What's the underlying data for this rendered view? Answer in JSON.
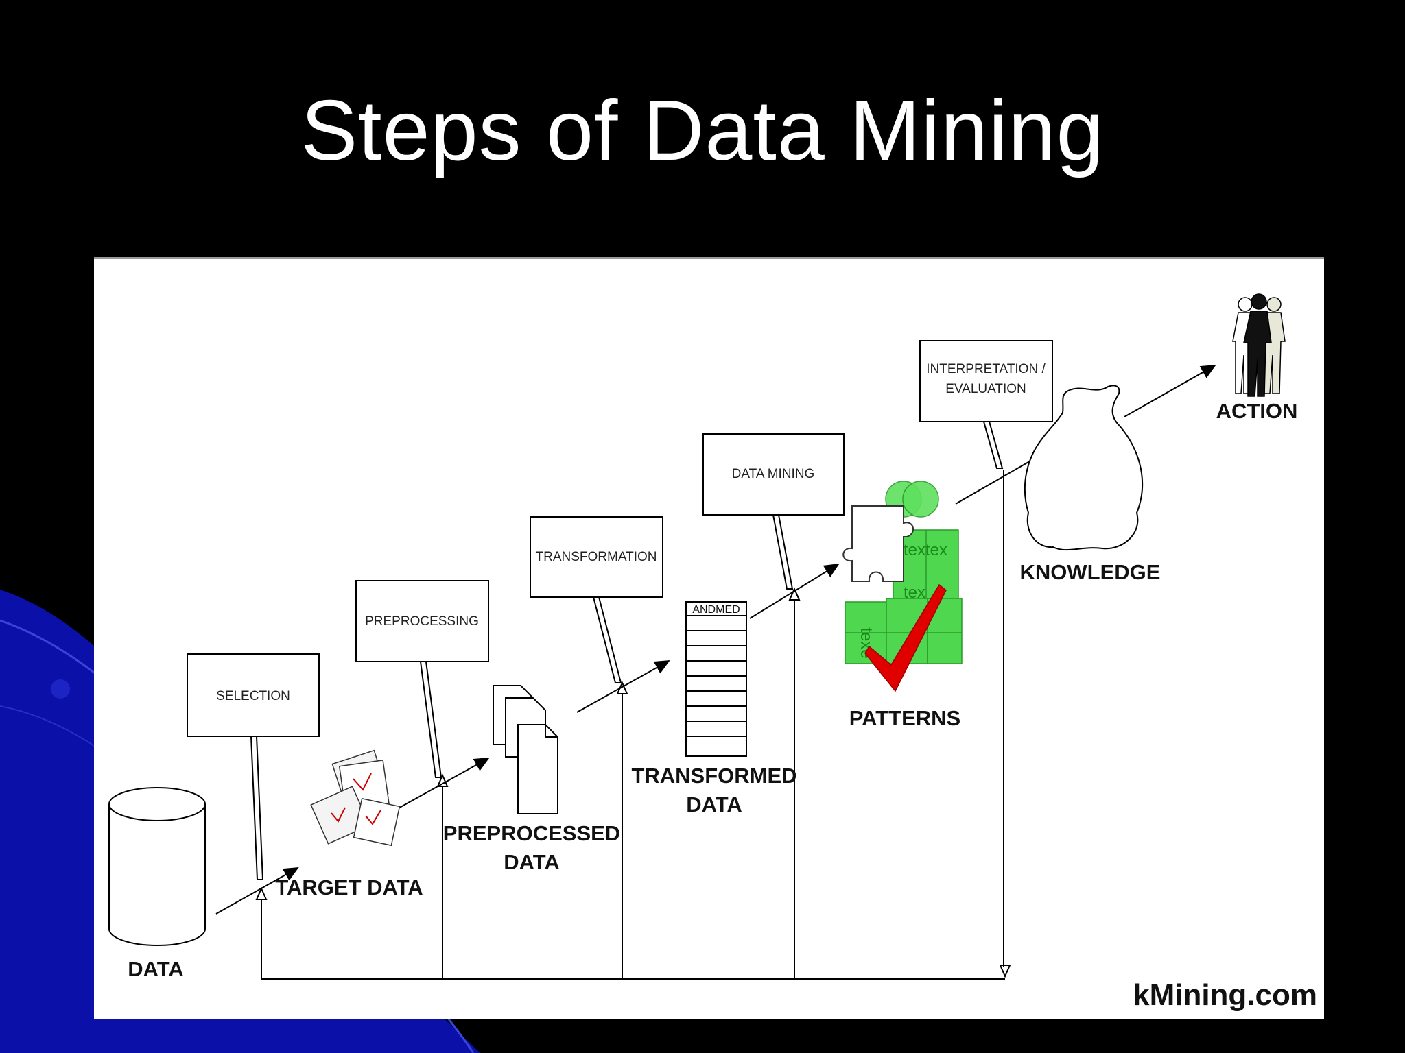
{
  "slide": {
    "title": "Steps of Data Mining",
    "colors": {
      "background": "#000000",
      "swoosh": "#0a10a8",
      "panel": "#ffffff",
      "patterns_green": "#4fd84f",
      "checkmark": "#e00000"
    }
  },
  "diagram": {
    "steps": [
      {
        "label": "SELECTION"
      },
      {
        "label": "PREPROCESSING"
      },
      {
        "label": "TRANSFORMATION"
      },
      {
        "label": "DATA MINING"
      },
      {
        "label": "INTERPRETATION /",
        "label2": "EVALUATION"
      }
    ],
    "nodes": {
      "data": "DATA",
      "target_data": "TARGET DATA",
      "preprocessed_line1": "PREPROCESSED",
      "preprocessed_line2": "DATA",
      "transformed_line1": "TRANSFORMED",
      "transformed_line2": "DATA",
      "patterns": "PATTERNS",
      "knowledge": "KNOWLEDGE",
      "action": "ACTION"
    },
    "table_header": "ANDMED",
    "tex_labels": [
      "tex",
      "tex",
      "tex",
      "texe"
    ],
    "brand": "kMining.com",
    "icons": [
      "database-cylinder-icon",
      "paper-stack-icon",
      "document-stack-icon",
      "table-grid-icon",
      "puzzle-piece-icon",
      "checkmark-icon",
      "sack-icon",
      "people-group-icon"
    ]
  }
}
